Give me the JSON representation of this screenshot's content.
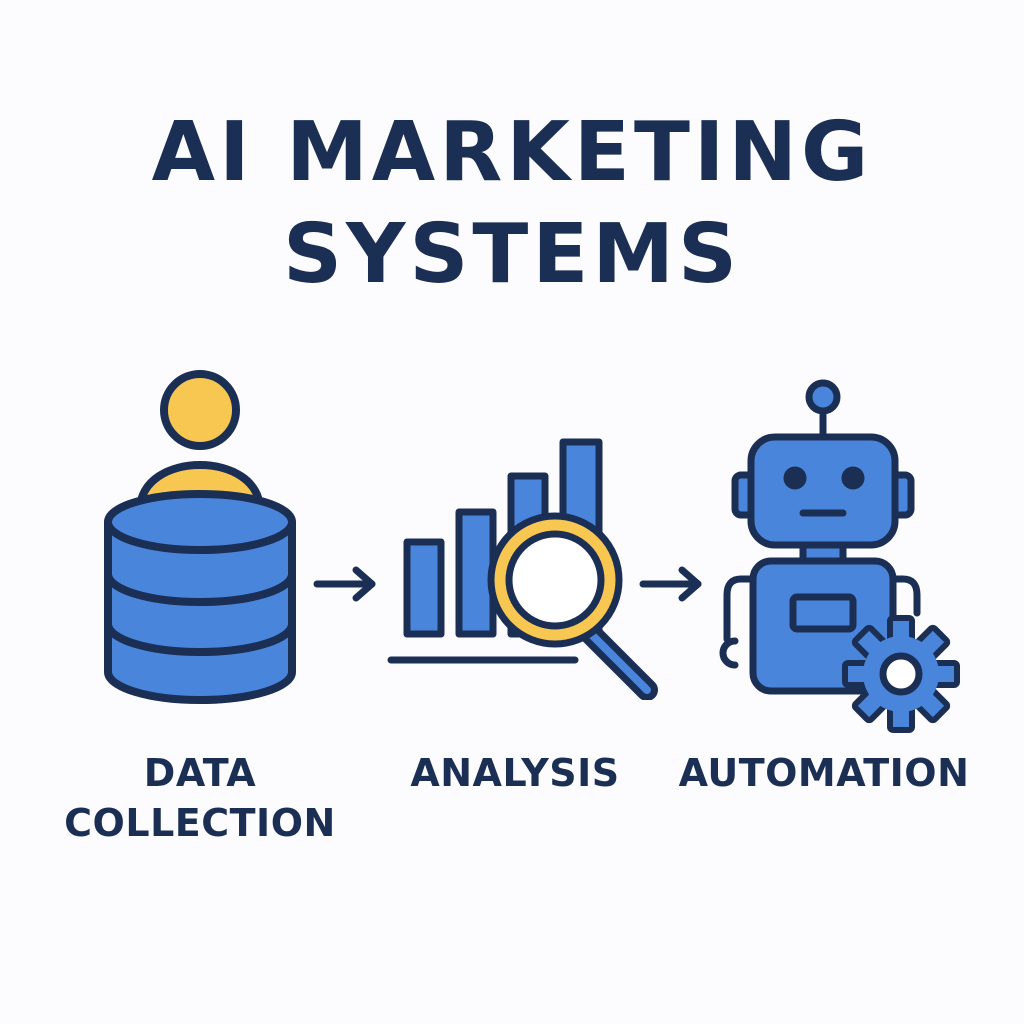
{
  "title": {
    "line1": "AI MARKETING",
    "line2": "SYSTEMS"
  },
  "steps": [
    {
      "line1": "DATA",
      "line2": "COLLECTION",
      "icon": "person-database-icon"
    },
    {
      "line1": "ANALYSIS",
      "icon": "bar-chart-magnifier-icon"
    },
    {
      "line1": "AUTOMATION",
      "icon": "robot-gear-icon"
    }
  ],
  "colors": {
    "outline": "#1b2f55",
    "blue": "#4a85dc",
    "yellow": "#f8c752",
    "background": "#fcfcfe"
  }
}
